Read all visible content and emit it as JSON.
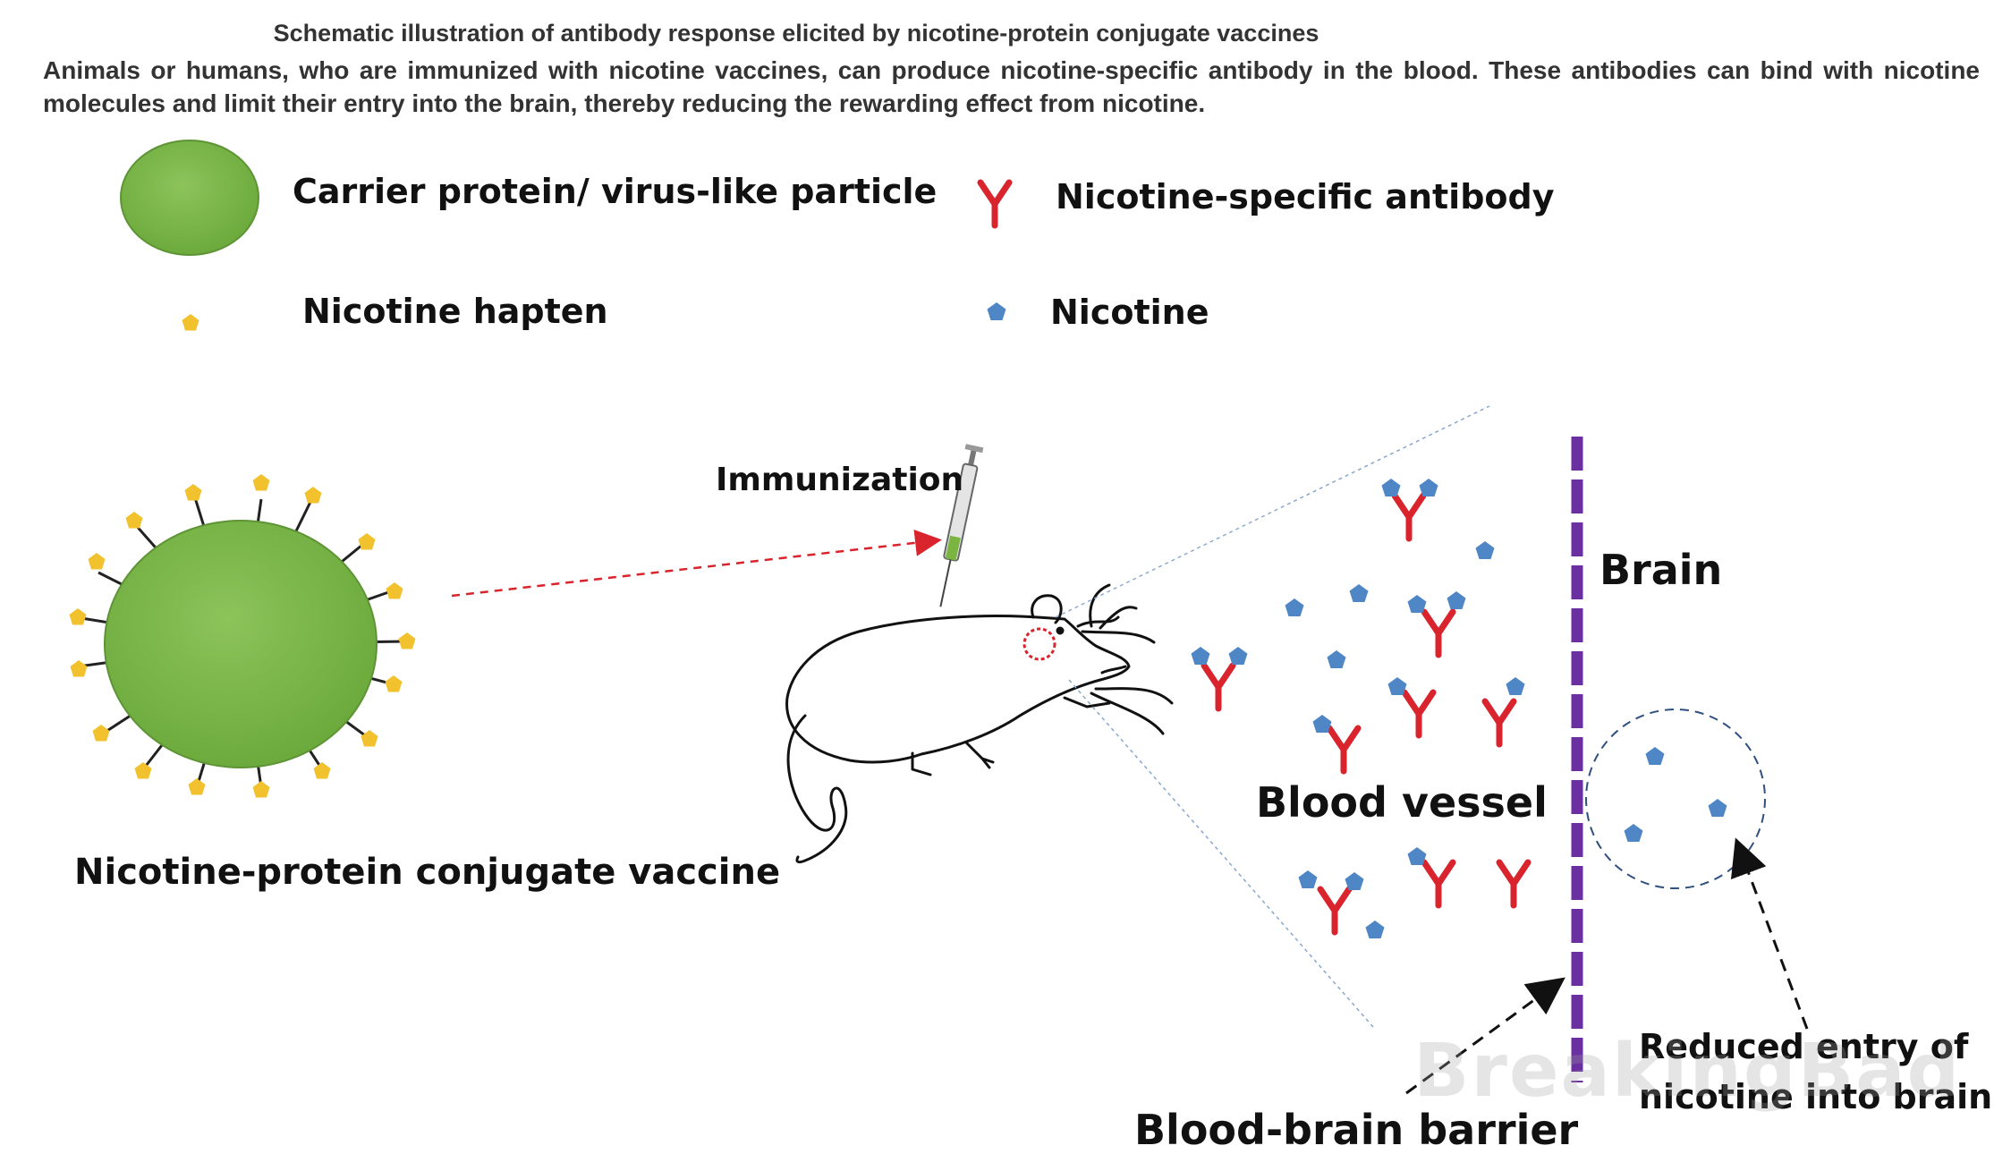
{
  "caption": {
    "title": "Schematic illustration of antibody response elicited by nicotine-protein conjugate vaccines",
    "body": "Animals or humans, who are immunized with nicotine vaccines, can produce nicotine-specific antibody in the blood. These antibodies can bind with nicotine molecules and limit their entry into the brain, thereby reducing the rewarding effect from nicotine."
  },
  "legend": {
    "carrier_protein": "Carrier protein/ virus-like particle",
    "nicotine_hapten": "Nicotine hapten",
    "antibody": "Nicotine-specific antibody",
    "nicotine": "Nicotine"
  },
  "labels": {
    "vaccine": "Nicotine-protein conjugate vaccine",
    "immunization": "Immunization",
    "brain": "Brain",
    "blood_vessel": "Blood vessel",
    "reduced_entry_line1": "Reduced entry of",
    "reduced_entry_line2": "nicotine into brain",
    "bbb": "Blood-brain barrier",
    "watermark": "BreakingBad"
  },
  "colors": {
    "protein": "#76b043",
    "hapten": "#f2c12e",
    "antibody": "#d9232d",
    "nicotine": "#4f86c6",
    "barrier": "#6a2fa0"
  }
}
